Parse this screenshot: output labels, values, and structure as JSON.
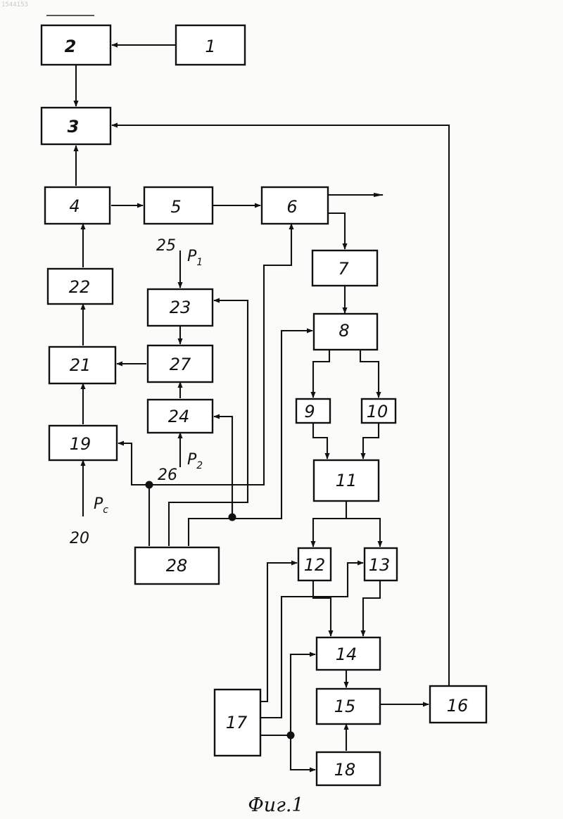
{
  "watermark": "1544153",
  "blocks": {
    "b1": "1",
    "b2": "2",
    "b3": "3",
    "b4": "4",
    "b5": "5",
    "b6": "6",
    "b7": "7",
    "b8": "8",
    "b9": "9",
    "b10": "10",
    "b11": "11",
    "b12": "12",
    "b13": "13",
    "b14": "14",
    "b15": "15",
    "b16": "16",
    "b17": "17",
    "b18": "18",
    "b19": "19",
    "b21": "21",
    "b22": "22",
    "b23": "23",
    "b24": "24",
    "b27": "27",
    "b28": "28"
  },
  "inputs": {
    "in20": {
      "num": "20",
      "sym": "P",
      "sub": "c"
    },
    "in25": {
      "num": "25",
      "sym": "P",
      "sub": "1"
    },
    "in26": {
      "num": "26",
      "sym": "P",
      "sub": "2"
    }
  },
  "caption": "Фиг.1"
}
